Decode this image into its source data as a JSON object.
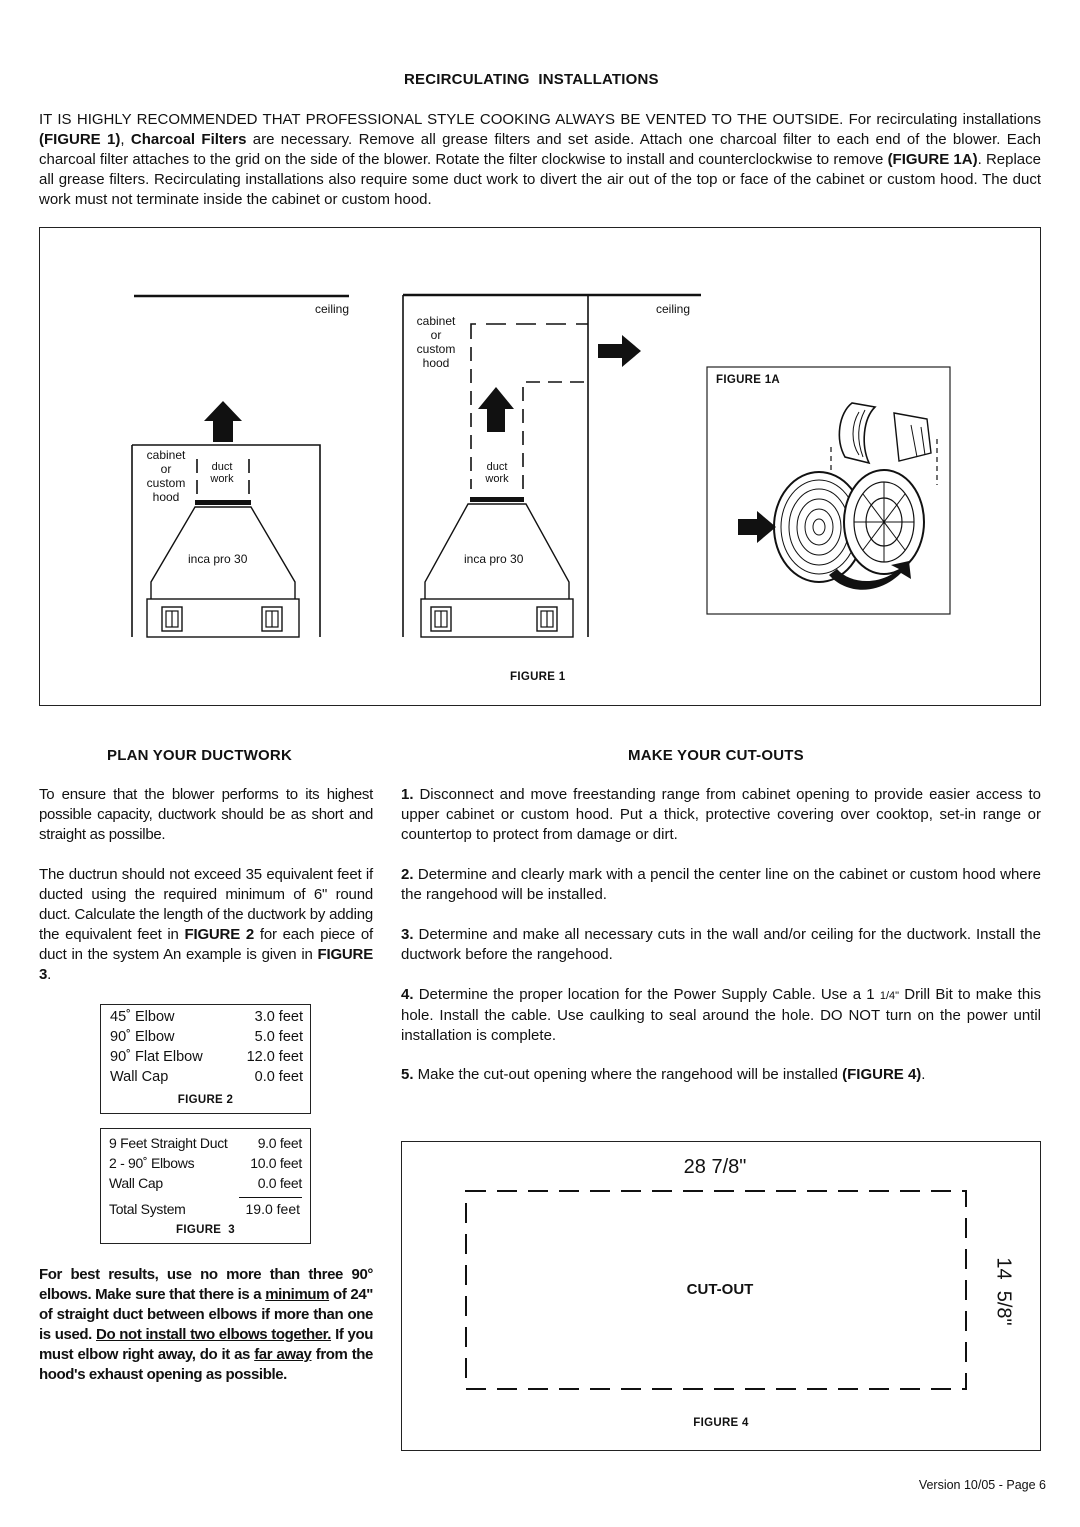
{
  "recirc": {
    "heading": "RECIRCULATING  INSTALLATIONS",
    "p1": "IT IS HIGHLY RECOMMENDED THAT PROFESSIONAL STYLE COOKING ALWAYS BE VENTED TO THE OUTSIDE.  For recirculating installations ",
    "p1_ref1": "(FIGURE 1)",
    "p1_mid": ", ",
    "p1_ref2": "Charcoal Filters",
    "p1_b": " are necessary.  Remove all  grease filters and set aside.  Attach one charcoal filter to each end of the blower.  Each charcoal filter attaches to the grid on the side of the blower.  Rotate the filter clockwise to install and counterclockwise to remove ",
    "p1_ref3": "(FIGURE 1A)",
    "p1_c": ".  Replace all grease filters.  Recirculating installations also require some duct work to divert the air out of the top or face of the  cabinet or custom hood.  The duct work must not terminate inside the cabinet or custom hood."
  },
  "figure1": {
    "left": {
      "ceiling": "ceiling",
      "cabinet_l1": "cabinet",
      "cabinet_l2": "or",
      "cabinet_l3": "custom",
      "cabinet_l4": "hood",
      "duct_l1": "duct",
      "duct_l2": "work",
      "model": "inca pro 30"
    },
    "right": {
      "ceiling": "ceiling",
      "cabinet_l1": "cabinet",
      "cabinet_l2": "or",
      "cabinet_l3": "custom",
      "cabinet_l4": "hood",
      "duct_l1": "duct",
      "duct_l2": "work",
      "model": "inca pro 30"
    },
    "fig1a_caption": "FIGURE 1A",
    "caption": "FIGURE 1"
  },
  "plan": {
    "heading": "PLAN YOUR DUCTWORK",
    "p1": "To ensure that the blower performs to its highest possible capacity, ductwork should be as short and straight as possilbe.",
    "p2a": "The ductrun should not exceed 35 equivalent feet if ducted using the required minimum of 6\" round duct. Calculate the length of the ductwork by adding the equivalent feet in ",
    "p2_ref1": "FIGURE 2",
    "p2b": " for each piece of duct in the system  An example is given in ",
    "p2_ref2": "FIGURE 3",
    "p2c": ".",
    "figure2": {
      "rows": [
        {
          "item": "45˚ Elbow",
          "value": "3.0 feet"
        },
        {
          "item": "90˚ Elbow",
          "value": "5.0 feet"
        },
        {
          "item": "90˚ Flat Elbow",
          "value": "12.0 feet"
        },
        {
          "item": "Wall Cap",
          "value": "0.0 feet"
        }
      ],
      "caption": "FIGURE 2"
    },
    "figure3": {
      "rows": [
        {
          "item": "9 Feet Straight Duct",
          "value": "9.0 feet"
        },
        {
          "item": "2 - 90˚ Elbows",
          "value": "10.0 feet"
        },
        {
          "item": "Wall Cap",
          "value": "0.0 feet"
        }
      ],
      "total_item": "Total System",
      "total_value": "19.0 feet",
      "caption": "FIGURE  3"
    },
    "note_a": "For best results, use no more than three 90° elbows. Make sure that there is a ",
    "note_u1": "minimum",
    "note_b": " of 24\" of straight duct between elbows if more than one is used. ",
    "note_u2": "Do not install two elbows together.",
    "note_c": " If you must elbow right away, do it as ",
    "note_u3": "far away",
    "note_d": " from the hood's exhaust opening as possible."
  },
  "cutouts": {
    "heading": "MAKE YOUR CUT-OUTS",
    "s1_num": "1.",
    "s1": " Disconnect and move freestanding range from cabinet opening to provide easier access to upper cabinet or custom hood.  Put a thick, protective covering over cooktop, set-in range or countertop to protect from damage or dirt.",
    "s2_num": "2.",
    "s2": " Determine and clearly mark with a pencil the center line on the cabinet   or custom hood where the rangehood will be installed.",
    "s3_num": "3.",
    "s3": " Determine and make all necessary cuts in the wall and/or ceiling for the ductwork.  Install the ductwork before the rangehood.",
    "s4_num": "4.",
    "s4a": " Determine the proper location for the Power Supply Cable.  Use a 1 ",
    "s4_frac": "1/4\"",
    "s4b": " Drill Bit to make this hole.  Install the cable.  Use caulking to seal around the hole.  DO NOT turn on the power until installation is complete.",
    "s5_num": "5.",
    "s5a": " Make the cut-out opening where the rangehood will be installed ",
    "s5_ref": "(FIGURE 4)",
    "s5b": ".",
    "figure4": {
      "width": "28 7/8\"",
      "height": "14  5/8\"",
      "label": "CUT-OUT",
      "caption": "FIGURE 4"
    }
  },
  "footer": {
    "version": "Version 10/05 - Page 6"
  }
}
